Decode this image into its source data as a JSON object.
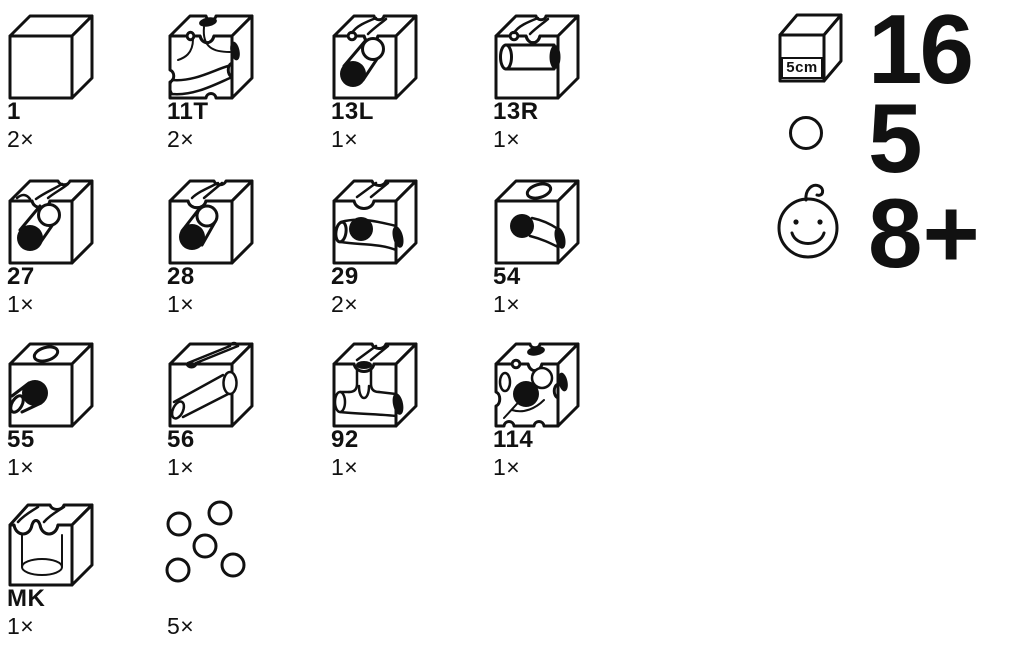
{
  "page": {
    "background": "#ffffff",
    "ink": "#111111"
  },
  "parts_grid": {
    "items": [
      {
        "id": "1",
        "label": "1",
        "count": "2×",
        "illustration": "plain-cube"
      },
      {
        "id": "11T",
        "label": "11T",
        "count": "2×",
        "illustration": "tunnel-multi-block"
      },
      {
        "id": "13L",
        "label": "13L",
        "count": "1×",
        "illustration": "curve-top-diagonal-tunnel-left"
      },
      {
        "id": "13R",
        "label": "13R",
        "count": "1×",
        "illustration": "curve-top-horizontal-tunnel-right"
      },
      {
        "id": "27",
        "label": "27",
        "count": "1×",
        "illustration": "curve-top-diagonal-tunnel"
      },
      {
        "id": "28",
        "label": "28",
        "count": "1×",
        "illustration": "curve-top-diagonal-tunnel"
      },
      {
        "id": "29",
        "label": "29",
        "count": "2×",
        "illustration": "straight-top-s-tunnel"
      },
      {
        "id": "54",
        "label": "54",
        "count": "1×",
        "illustration": "top-hole-curve-tunnel-right"
      },
      {
        "id": "55",
        "label": "55",
        "count": "1×",
        "illustration": "top-hole-short-tunnel-left"
      },
      {
        "id": "56",
        "label": "56",
        "count": "1×",
        "illustration": "top-slot-long-diagonal-tunnel"
      },
      {
        "id": "92",
        "label": "92",
        "count": "1×",
        "illustration": "straight-top-t-tunnel"
      },
      {
        "id": "114",
        "label": "114",
        "count": "1×",
        "illustration": "multi-cut-tunnel-block"
      },
      {
        "id": "MK",
        "label": "MK",
        "count": "1×",
        "illustration": "curve-top-vertical-bore"
      },
      {
        "id": "marbles",
        "label": "",
        "count": "5×",
        "illustration": "five-marbles"
      }
    ]
  },
  "spec_panel": {
    "rows": [
      {
        "icon": "cube-size-icon",
        "size_label": "5cm",
        "value": "16"
      },
      {
        "icon": "marble-icon",
        "value": "5"
      },
      {
        "icon": "age-baby-icon",
        "value": "8+"
      }
    ]
  }
}
